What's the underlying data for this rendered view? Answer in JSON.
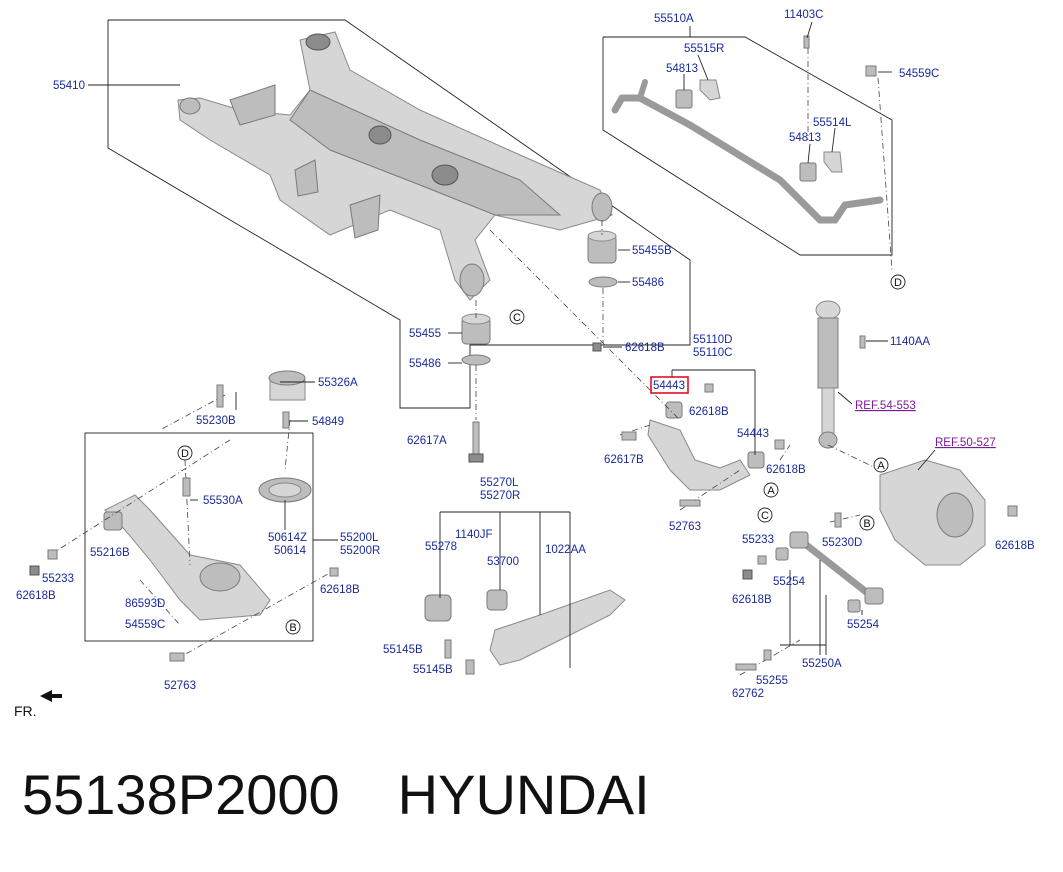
{
  "labels": {
    "p55410": "55410",
    "p55510A": "55510A",
    "p11403C": "11403C",
    "p55515R": "55515R",
    "p54813a": "54813",
    "p54559C_top": "54559C",
    "p55514L": "55514L",
    "p54813b": "54813",
    "p55455B": "55455B",
    "p55486a": "55486",
    "p55455": "55455",
    "p55486b": "55486",
    "p62618B_mid": "62618B",
    "p1140AA": "1140AA",
    "p55110D": "55110D",
    "p55110C": "55110C",
    "p54443_hl": "54443",
    "p62618B_b": "62618B",
    "pREF54": "REF.54-553",
    "pREF50": "REF.50-527",
    "p54443": "54443",
    "p62617B": "62617B",
    "p62618B_c": "62618B",
    "p52763_mid": "52763",
    "p55326A": "55326A",
    "p55230B": "55230B",
    "p54849": "54849",
    "p62617A": "62617A",
    "p55530A": "55530A",
    "p55216B": "55216B",
    "p50614Z": "50614Z",
    "p50614": "50614",
    "p55200L": "55200L",
    "p55200R": "55200R",
    "p55233_left": "55233",
    "p62618B_left": "62618B",
    "p62618B_l2": "62618B",
    "p86593D": "86593D",
    "p54559C_left": "54559C",
    "p52763_left": "52763",
    "p55270L": "55270L",
    "p55270R": "55270R",
    "p1140JF": "1140JF",
    "p55278": "55278",
    "p53700": "53700",
    "p1022AA": "1022AA",
    "p55145Ba": "55145B",
    "p55145Bb": "55145B",
    "p55233_right": "55233",
    "p55230D": "55230D",
    "p62618B_right": "62618B",
    "p55254a": "55254",
    "p62618B_r2": "62618B",
    "p55254b": "55254",
    "p55250A": "55250A",
    "p62762": "62762",
    "p55255": "55255"
  },
  "callouts": {
    "c1": "C",
    "c2": "D",
    "c3": "A",
    "c4": "D",
    "c5": "B",
    "c6": "A",
    "c7": "C",
    "c8": "B"
  },
  "fr_label": "FR.",
  "footer": {
    "part_number": "55138P2000",
    "brand": "HYUNDAI"
  },
  "colors": {
    "label": "#1a2a9a",
    "reference": "#7a1a9a",
    "highlight_box": "#e0102a"
  }
}
